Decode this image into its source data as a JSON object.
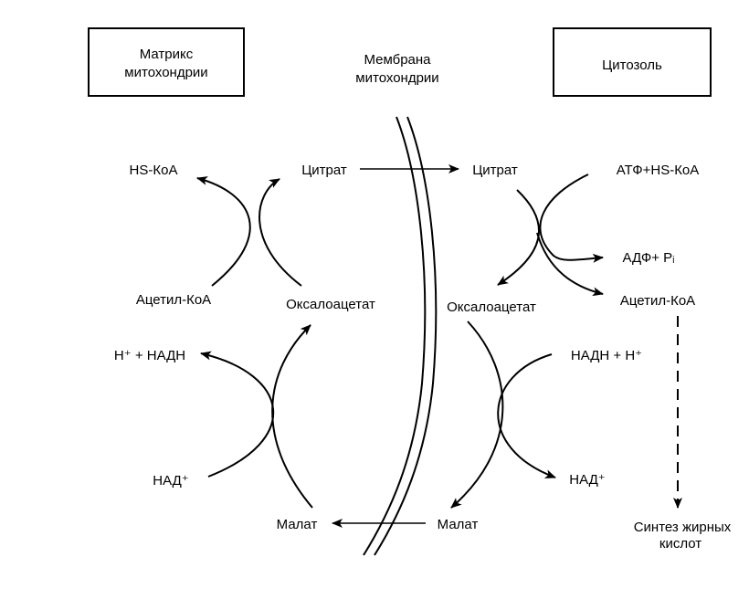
{
  "headers": {
    "matrix_line1": "Матрикс",
    "matrix_line2": "митохондрии",
    "membrane_line1": "Мембрана",
    "membrane_line2": "митохондрии",
    "cytosol": "Цитозоль"
  },
  "matrix": {
    "hs_coa": "HS-КоА",
    "citrate": "Цитрат",
    "acetyl_coa": "Ацетил-КоА",
    "oxaloacetate": "Оксалоацетат",
    "h_plus_nadh": "H⁺ + НАДН",
    "nad_plus": "НАД⁺",
    "malate": "Малат"
  },
  "cytosol": {
    "citrate": "Цитрат",
    "atp_hs_coa": "АТФ+HS-КоА",
    "adp_pi": "АДФ+ Pᵢ",
    "acetyl_coa": "Ацетил-КоА",
    "oxaloacetate": "Оксалоацетат",
    "nadh_h_plus": "НАДН + H⁺",
    "nad_plus": "НАД⁺",
    "malate": "Малат",
    "fatty_acid_line1": "Синтез жирных",
    "fatty_acid_line2": "кислот"
  }
}
